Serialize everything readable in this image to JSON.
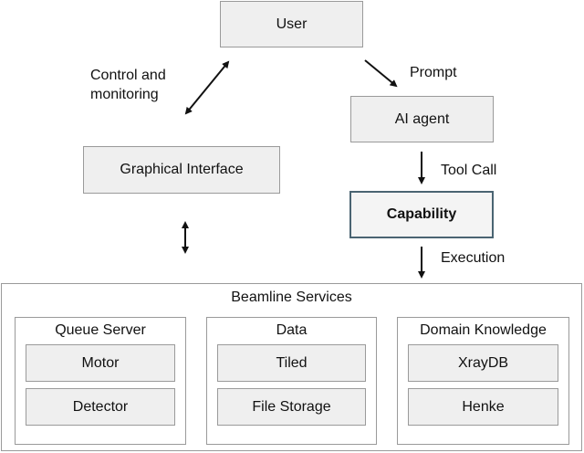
{
  "nodes": {
    "user": "User",
    "ai_agent": "AI agent",
    "graphical_interface": "Graphical Interface",
    "capability": "Capability"
  },
  "edges": {
    "control_monitoring_line1": "Control and",
    "control_monitoring_line2": "monitoring",
    "prompt": "Prompt",
    "tool_call": "Tool Call",
    "execution": "Execution"
  },
  "beamline": {
    "title": "Beamline Services",
    "groups": [
      {
        "title": "Queue Server",
        "items": [
          "Motor",
          "Detector"
        ]
      },
      {
        "title": "Data",
        "items": [
          "Tiled",
          "File Storage"
        ]
      },
      {
        "title": "Domain Knowledge",
        "items": [
          "XrayDB",
          "Henke"
        ]
      }
    ]
  },
  "colors": {
    "box_fill": "#efefef",
    "box_border": "#9a9a9a",
    "capability_border": "#4a6472",
    "arrow": "#111111"
  }
}
